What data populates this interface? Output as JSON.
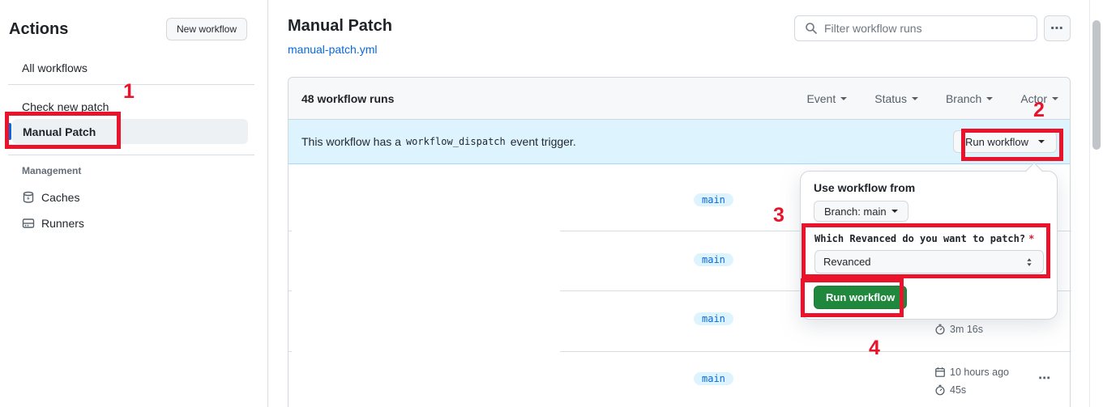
{
  "sidebar": {
    "title": "Actions",
    "new_workflow_button": "New workflow",
    "all_workflows": "All workflows",
    "workflows": [
      "Check new patch",
      "Manual Patch"
    ],
    "selected_workflow": "Manual Patch",
    "management_label": "Management",
    "management_items": [
      "Caches",
      "Runners"
    ]
  },
  "header": {
    "title": "Manual Patch",
    "file_link": "manual-patch.yml",
    "search_placeholder": "Filter workflow runs"
  },
  "table": {
    "runs_count": "48 workflow runs",
    "filters": [
      {
        "label": "Event"
      },
      {
        "label": "Status"
      },
      {
        "label": "Branch"
      },
      {
        "label": "Actor"
      }
    ],
    "banner": {
      "text_before": "This workflow has a",
      "code": "workflow_dispatch",
      "text_after": "event trigger.",
      "button": "Run workflow"
    },
    "rows": [
      {
        "branch": "main"
      },
      {
        "branch": "main"
      },
      {
        "branch": "main",
        "duration": "3m 16s"
      },
      {
        "branch": "main",
        "started": "10 hours ago",
        "duration": "45s"
      }
    ]
  },
  "popup": {
    "heading": "Use workflow from",
    "branch_selector": "Branch: main",
    "input_label": "Which Revanced do you want to patch?",
    "required_marker": "*",
    "select_value": "Revanced",
    "run_button": "Run workflow"
  },
  "annotations": {
    "step1": "1",
    "step2": "2",
    "step3": "3",
    "step4": "4",
    "color": "#e9142b"
  },
  "icons": {
    "kebab": "⋯"
  },
  "colors": {
    "accent_blue": "#0969da",
    "banner_bg": "#ddf4ff",
    "badge_bg": "#ddf4ff",
    "green_button": "#1f883d",
    "border": "#d0d7de",
    "top_accent": "#fd8c73"
  }
}
